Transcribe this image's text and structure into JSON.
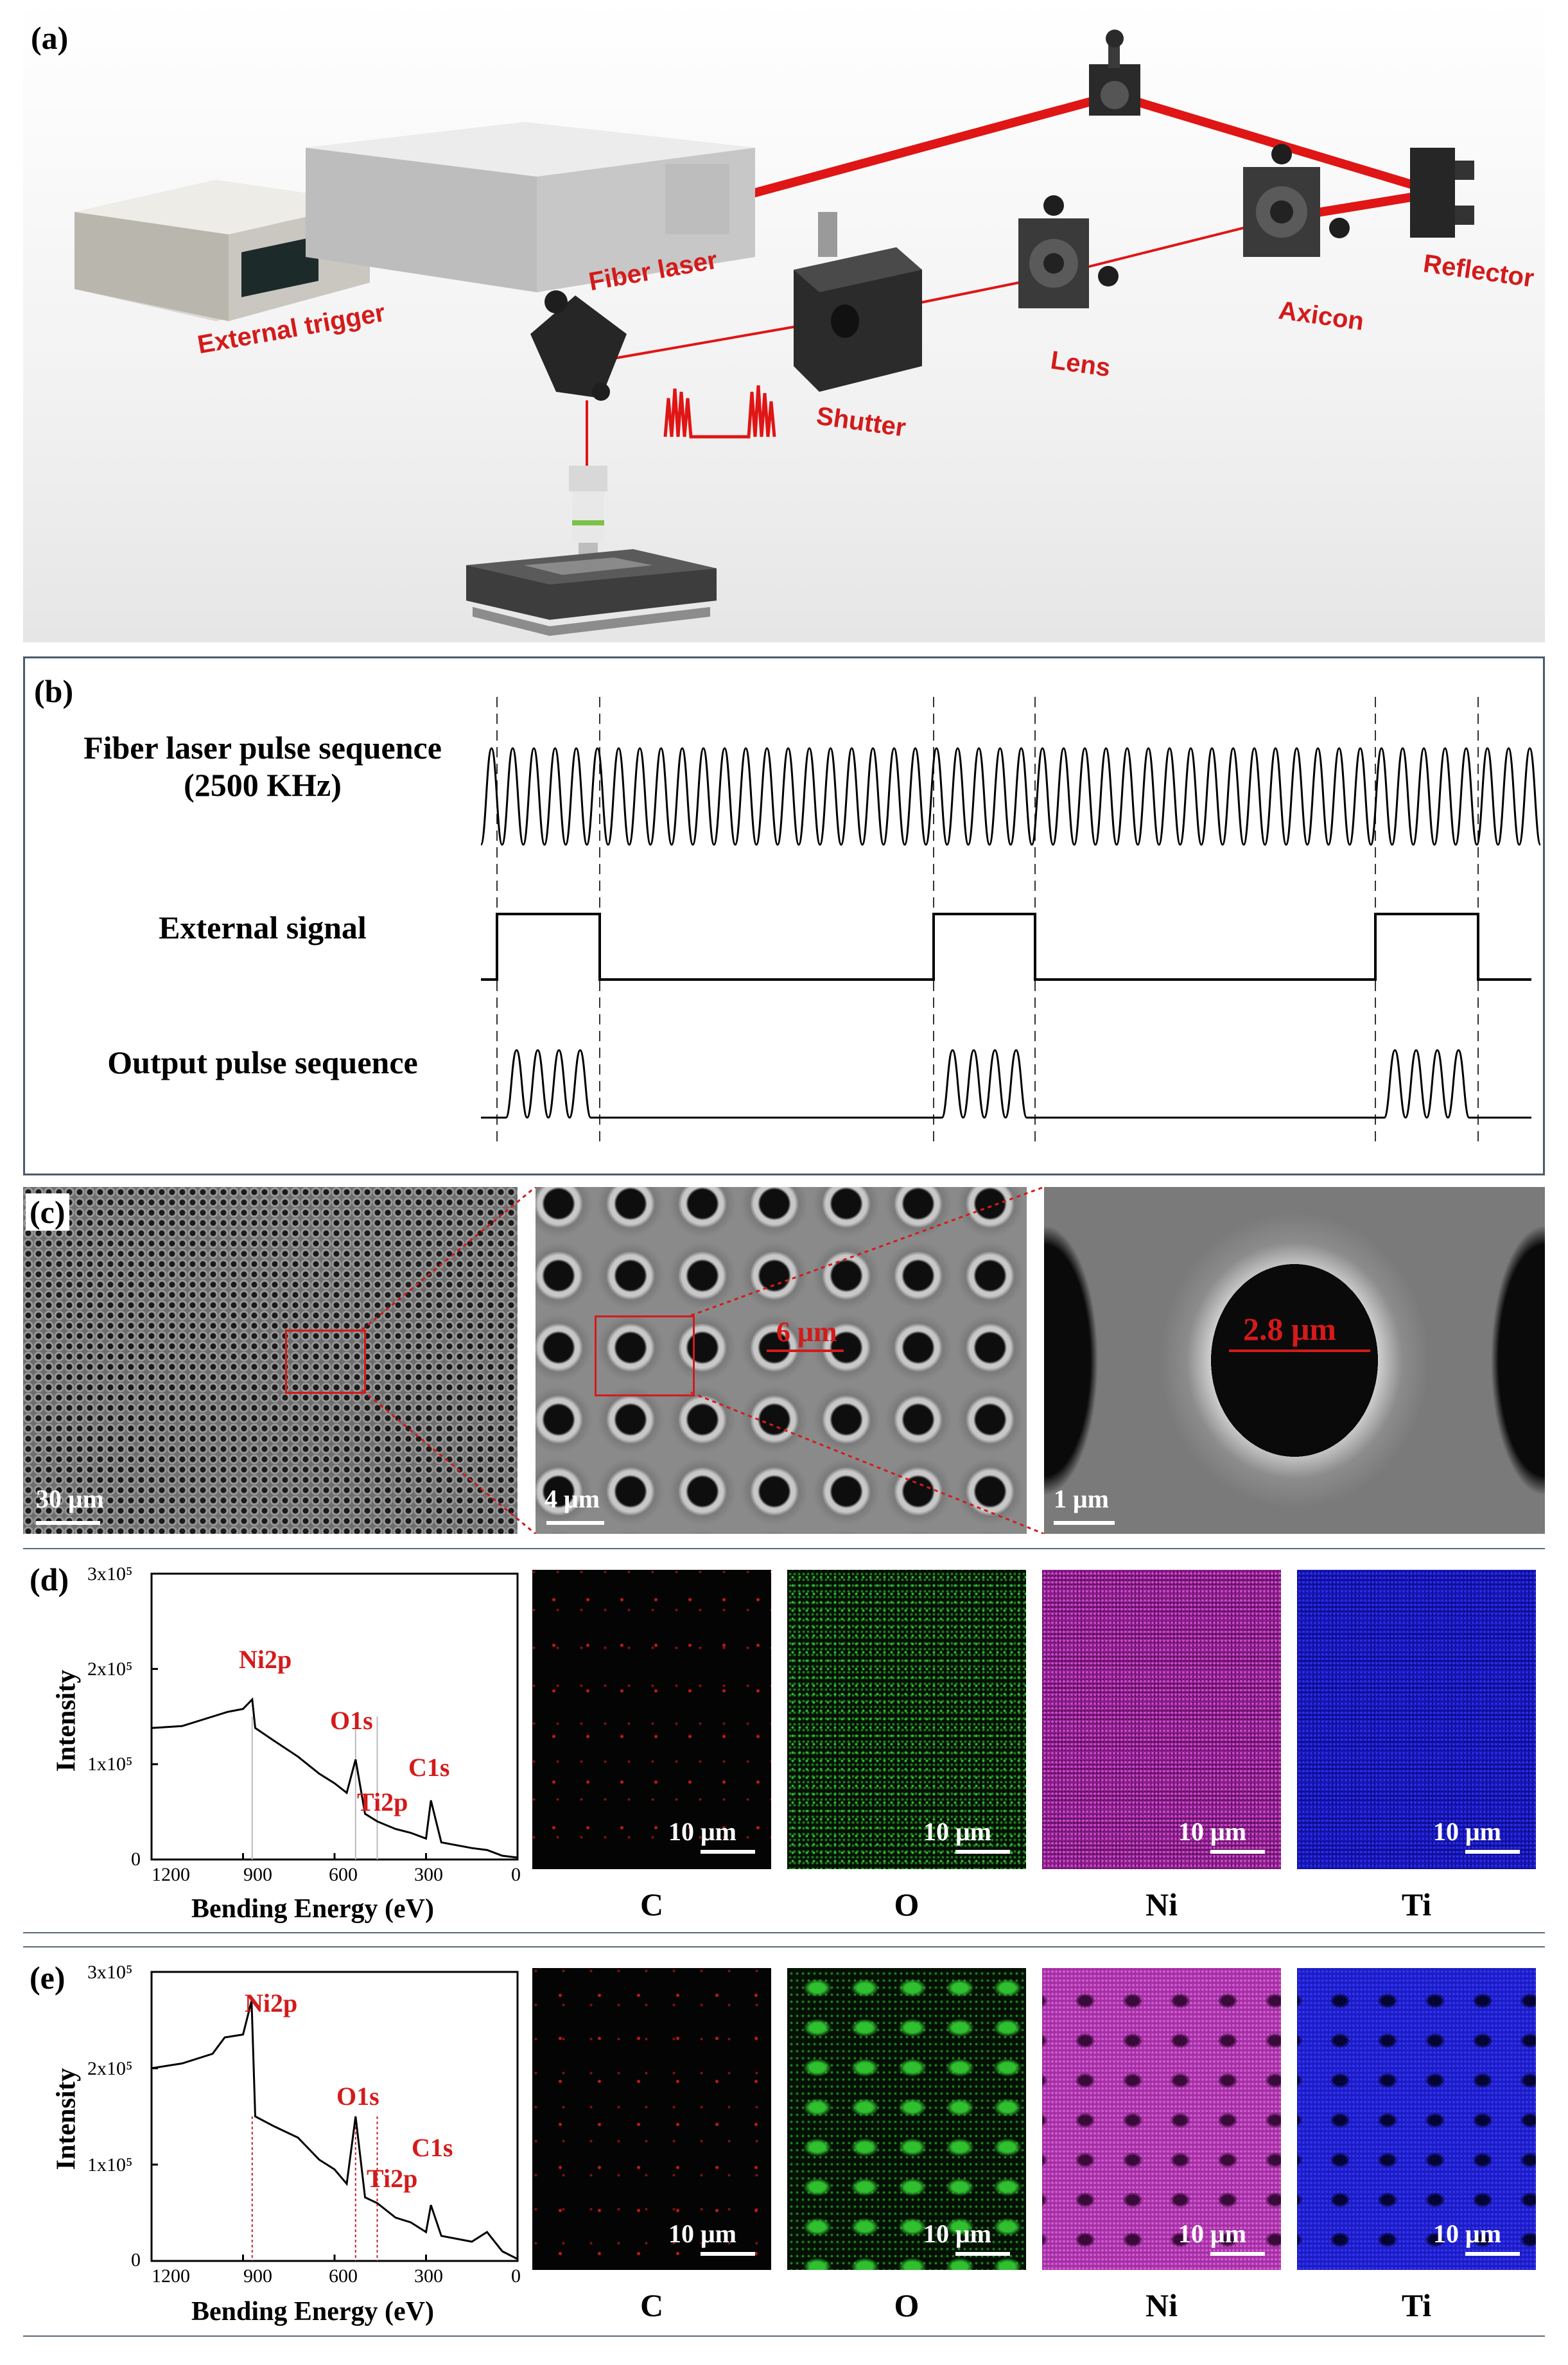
{
  "panel_a": {
    "label": "(a)",
    "components": {
      "external_trigger": "External trigger",
      "fiber_laser": "Fiber laser",
      "shutter": "Shutter",
      "lens": "Lens",
      "axicon": "Axicon",
      "reflector": "Reflector"
    },
    "beam_color": "#e01515"
  },
  "panel_b": {
    "label": "(b)",
    "row1_line1": "Fiber laser pulse sequence",
    "row1_line2": "(2500 KHz)",
    "row2": "External signal",
    "row3": "Output pulse sequence"
  },
  "panel_c": {
    "label": "(c)",
    "scale1": "30 μm",
    "scale2": "4 μm",
    "scale3": "1 μm",
    "measure_period": "6 μm",
    "measure_hole": "2.8 μm"
  },
  "panel_d": {
    "label": "(d)",
    "xps": {
      "ylabel": "Intensity",
      "xlabel": "Bending Energy (eV)",
      "yticks": [
        "3x10⁵",
        "2x10⁵",
        "1x10⁵",
        "0"
      ],
      "xticks": [
        "1200",
        "900",
        "600",
        "300",
        "0"
      ],
      "peaks": {
        "ni2p": "Ni2p",
        "o1s": "O1s",
        "ti2p": "Ti2p",
        "c1s": "C1s"
      }
    },
    "maps": [
      {
        "element": "C",
        "scale": "10 μm",
        "color": "#d11a1a"
      },
      {
        "element": "O",
        "scale": "10 μm",
        "color": "#2cbc2c"
      },
      {
        "element": "Ni",
        "scale": "10 μm",
        "color": "#b42ab4"
      },
      {
        "element": "Ti",
        "scale": "10 μm",
        "color": "#1a1ad8"
      }
    ]
  },
  "panel_e": {
    "label": "(e)",
    "xps": {
      "ylabel": "Intensity",
      "xlabel": "Bending Energy (eV)",
      "yticks": [
        "3x10⁵",
        "2x10⁵",
        "1x10⁵",
        "0"
      ],
      "xticks": [
        "1200",
        "900",
        "600",
        "300",
        "0"
      ],
      "peaks": {
        "ni2p": "Ni2p",
        "o1s": "O1s",
        "ti2p": "Ti2p",
        "c1s": "C1s"
      }
    },
    "maps": [
      {
        "element": "C",
        "scale": "10 μm",
        "color": "#d11a1a"
      },
      {
        "element": "O",
        "scale": "10 μm",
        "color": "#2cbc2c"
      },
      {
        "element": "Ni",
        "scale": "10 μm",
        "color": "#b42ab4"
      },
      {
        "element": "Ti",
        "scale": "10 μm",
        "color": "#1a1ad8"
      }
    ]
  },
  "chart_data": [
    {
      "type": "line",
      "panel": "(d)",
      "xlabel": "Bending Energy (eV)",
      "ylabel": "Intensity",
      "xlim": [
        1200,
        0
      ],
      "ylim": [
        0,
        300000
      ],
      "x": [
        1200,
        1100,
        1000,
        950,
        900,
        870,
        860,
        800,
        720,
        650,
        600,
        560,
        531,
        500,
        460,
        400,
        350,
        300,
        284,
        250,
        150,
        100,
        50,
        0
      ],
      "y": [
        138000,
        140000,
        150000,
        155000,
        158000,
        168000,
        138000,
        125000,
        108000,
        90000,
        80000,
        70000,
        105000,
        48000,
        40000,
        32000,
        28000,
        22000,
        62000,
        18000,
        12000,
        10000,
        4000,
        2000
      ]
    },
    {
      "type": "line",
      "panel": "(e)",
      "xlabel": "Bending Energy (eV)",
      "ylabel": "Intensity",
      "xlim": [
        1200,
        0
      ],
      "ylim": [
        0,
        300000
      ],
      "x": [
        1200,
        1100,
        1000,
        960,
        900,
        872,
        860,
        800,
        720,
        650,
        600,
        560,
        531,
        500,
        460,
        400,
        350,
        300,
        284,
        250,
        150,
        100,
        50,
        0
      ],
      "y": [
        200000,
        205000,
        215000,
        232000,
        235000,
        270000,
        150000,
        140000,
        128000,
        105000,
        95000,
        80000,
        150000,
        66000,
        60000,
        45000,
        40000,
        30000,
        58000,
        26000,
        20000,
        30000,
        10000,
        2000
      ]
    }
  ]
}
